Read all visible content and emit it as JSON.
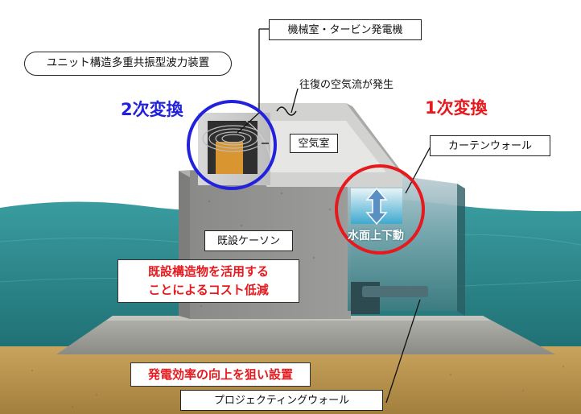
{
  "title_label": "ユニット構造多重共振型波力装置",
  "labels": {
    "machine_room": "機械室・タービン発電機",
    "airflow": "往復の空気流が発生",
    "air_chamber": "空気室",
    "curtain_wall": "カーテンウォール",
    "water_level": "水面上下動",
    "caisson": "既設ケーソン",
    "projecting_wall": "プロジェクティングウォール"
  },
  "conversions": {
    "secondary": "2次変換",
    "primary": "1次変換"
  },
  "callouts": {
    "cost_line1": "既設構造物を活用する",
    "cost_line2": "ことによるコスト低減",
    "efficiency": "発電効率の向上を狙い設置"
  },
  "colors": {
    "secondary_blue": "#2222dd",
    "primary_red": "#e6191e",
    "sea": "#2f8a8b",
    "sand": "#b58e4c",
    "concrete": "#8e8e8e"
  }
}
